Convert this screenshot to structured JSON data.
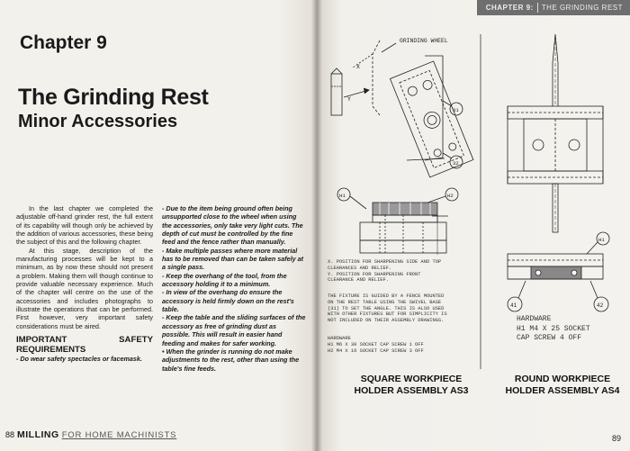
{
  "left_page": {
    "chapter_label": "Chapter 9",
    "title": "The Grinding Rest",
    "subtitle": "Minor Accessories",
    "col1_paragraphs": [
      "In the last chapter we completed the adjustable off-hand grinder rest, the full extent of its capability will though only be achieved by the addition of various accessories, these being the subject of this and the following chapter.",
      "At this stage, description of the manufacturing processes will be kept to a minimum, as by now these should not present a problem. Making them will though continue to provide valuable necessary experience. Much of the chapter will centre on the use of the accessories and includes photographs to illustrate the operations that can be performed. First however, very important safety considerations must be aired."
    ],
    "safety_heading": "IMPORTANT SAFETY REQUIREMENTS",
    "safety_first": "- Do wear safety spectacles or facemask.",
    "col2_items": [
      "- Due to the item being ground often being unsupported close to the wheel when using the accessories, only take very light cuts. The depth of cut must be controlled by the fine feed and the fence rather than manually.",
      "- Make multiple passes where more material has to be removed than can be taken safely at a single pass.",
      "- Keep the overhang of the tool, from the accessory holding it to a minimum.",
      "- In view of the overhang do ensure the accessory is held firmly down on the rest's table.",
      "- Keep the table and the sliding surfaces of the accessory as free of grinding dust as possible. This will result in easier hand feeding and makes for safer working.",
      "• When the grinder is running do not make adjustments to the rest, other than using the table's fine feeds."
    ],
    "footer": {
      "page_number": "88",
      "book_bold": "MILLING",
      "book_rest": "FOR HOME MACHINISTS"
    }
  },
  "right_page": {
    "header": {
      "chapter": "CHAPTER 9:",
      "title": "THE GRINDING REST"
    },
    "drawing_labels": {
      "grinding_wheel": "GRINDING WHEEL",
      "x": "X",
      "y": "Y",
      "c31": "31",
      "c32": "32",
      "h1": "H1",
      "h2": "H2",
      "h1_right": "H1",
      "c41": "41",
      "c42": "42"
    },
    "notes_xy": [
      "X. POSITION FOR SHARPENING SIDE AND TOP",
      "CLEARANCES AND RELIEF.",
      "Y. POSITION FOR SHARPENING FRONT",
      "CLEARANCE AND RELIEF."
    ],
    "notes_fixture": [
      "THE FIXTURE IS GUIDED BY A FENCE MOUNTED",
      "ON THE REST TABLE USING THE SWIVEL BASE",
      "(31) TO SET THE ANGLE. THIS IS ALSO USED",
      "WITH OTHER FIXTURES BUT FOR SIMPLICITY IS",
      "NOT INCLUDED ON THEIR ASSEMBLY DRAWINGS."
    ],
    "notes_hardware_left": [
      "HARDWARE",
      "H1 M6 X 30 SOCKET CAP SCREW 1 OFF",
      "H2 M4 X 16 SOCKET CAP SCREW 3 OFF"
    ],
    "notes_hardware_right": [
      "HARDWARE",
      "H1 M4 X 25 SOCKET",
      "CAP SCREW 4 OFF"
    ],
    "caption_left": [
      "SQUARE WORKPIECE",
      "HOLDER ASSEMBLY AS3"
    ],
    "caption_right": [
      "ROUND WORKPIECE",
      "HOLDER ASSEMBLY AS4"
    ],
    "page_number": "89"
  }
}
